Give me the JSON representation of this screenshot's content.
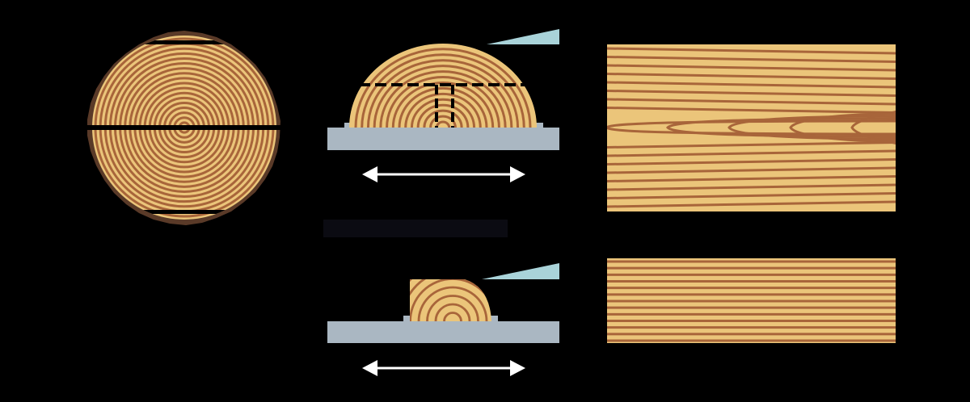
{
  "diagram": {
    "background": "#000000",
    "colors": {
      "wood": "#EBC57A",
      "ring": "#A8653A",
      "bark": "#5A3A28",
      "cut_line": "#000000",
      "table": "#AAB7C2",
      "blade": "#A9D3D9",
      "arrow": "#FFFFFF",
      "caption_bar": "#0B0B12"
    },
    "log_cross_section": {
      "ring_count": 18
    },
    "first_cut": {
      "ring_count": 14,
      "arrow": "double-headed-horizontal"
    },
    "second_cut": {
      "ring_count": 10,
      "arrow": "double-headed-horizontal"
    },
    "flat_sawn_board": {
      "grain": "cathedral",
      "cathedral_count": 5,
      "straight_line_count": 8
    },
    "quarter_sawn_board": {
      "grain": "straight",
      "line_count": 13
    }
  }
}
